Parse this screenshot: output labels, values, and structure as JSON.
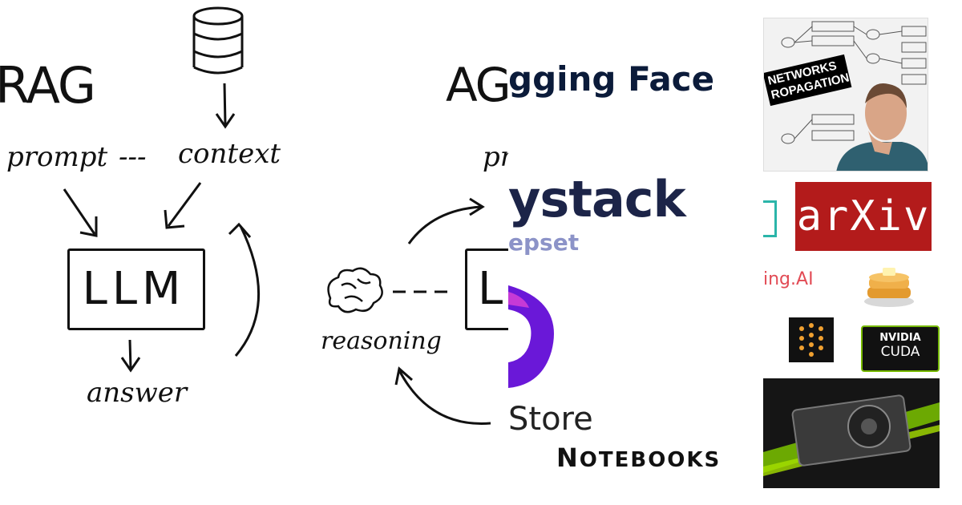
{
  "rag": {
    "title": "RAG",
    "prompt": "prompt",
    "dashes": "---",
    "context": "context",
    "llm": "LLM",
    "answer": "answer"
  },
  "agent": {
    "title": "AG",
    "prompt_fragment": "pr",
    "reasoning": "reasoning",
    "llm_fragment": "L"
  },
  "logos": {
    "huggingface_fragment": "gging Face",
    "haystack_fragment": "ystack",
    "deepset_fragment": "epset",
    "store_fragment": "Store",
    "notebooks_first": "N",
    "notebooks_rest": "OTEBOOKS",
    "thumbnail_line1": "NETWORKS",
    "thumbnail_line2": "ROPAGATION",
    "arxiv": "arXiv",
    "ingai_fragment": "ing.AI",
    "nvidia": "NVIDIA",
    "cuda": "CUDA"
  },
  "icons": [
    "database-icon",
    "brain-icon",
    "pancake-icon",
    "dots-grid-icon",
    "nvidia-eye-icon"
  ],
  "colors": {
    "ink": "#111111",
    "huggingface_navy": "#0b1b3a",
    "haystack_navy": "#1c2448",
    "deepset_lavender": "#8c93c8",
    "arxiv_red": "#b31b1b",
    "nvidia_green": "#76b900",
    "purple_logo": "#6a18d8",
    "ingai_red": "#e24b55"
  }
}
